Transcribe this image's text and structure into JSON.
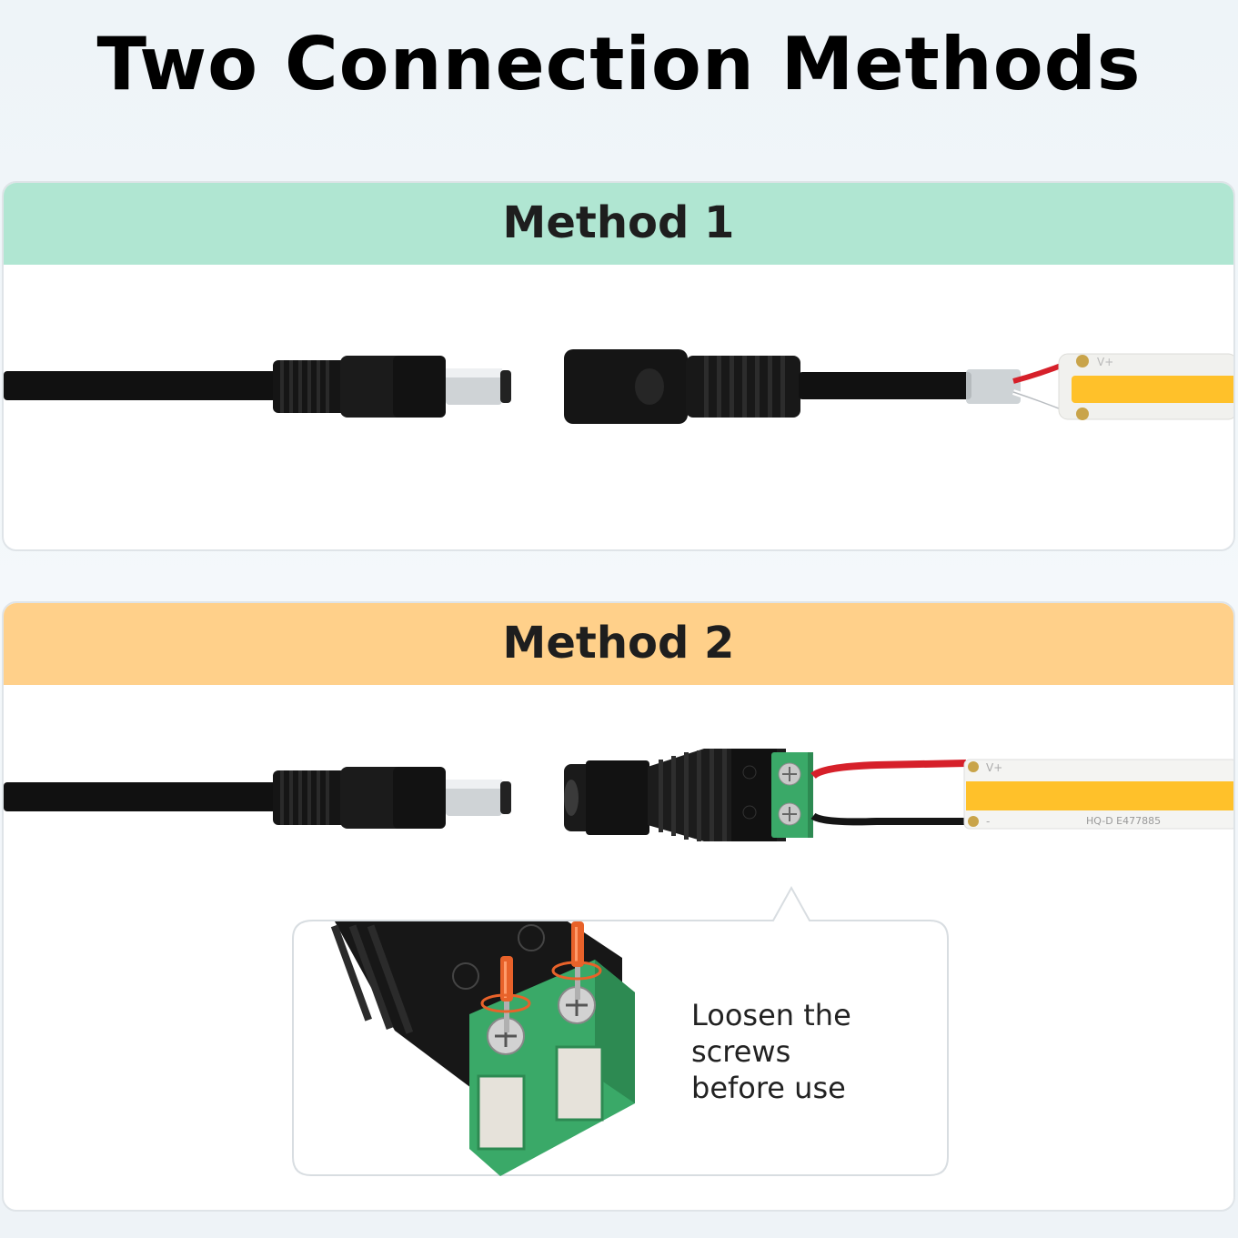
{
  "title": "Two Connection Methods",
  "methods": [
    {
      "label": "Method 1"
    },
    {
      "label": "Method 2"
    }
  ],
  "strip_labels": {
    "positive": "V+",
    "negative": "-",
    "marking": "HQ-D E477885"
  },
  "tip": "Loosen the\nscrews\nbefore use",
  "icons": [
    "dc-male-plug-icon",
    "dc-female-jack-icon",
    "led-strip-icon",
    "screw-terminal-adapter-icon",
    "screwdriver-icon"
  ],
  "colors": {
    "method1_header": "#b0e6d2",
    "method2_header": "#ffd08a",
    "terminal_green": "#3aa968",
    "led_yellow": "#ffc12a",
    "wire_red": "#d6202a"
  }
}
